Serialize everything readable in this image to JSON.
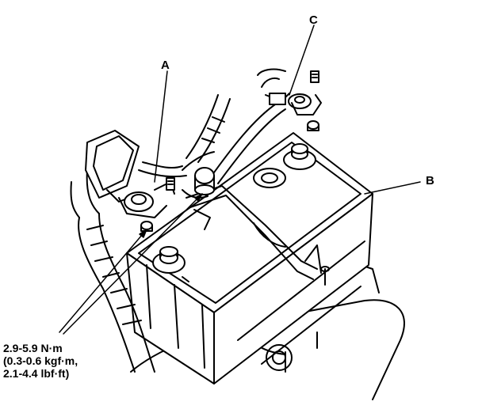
{
  "callouts": {
    "a": "A",
    "b": "B",
    "c": "C"
  },
  "torque_spec": {
    "line1": "2.9-5.9 N·m",
    "line2": "(0.3-0.6 kgf·m,",
    "line3": "2.1-4.4 lbf·ft)"
  },
  "colors": {
    "line": "#000000",
    "background": "#ffffff"
  }
}
